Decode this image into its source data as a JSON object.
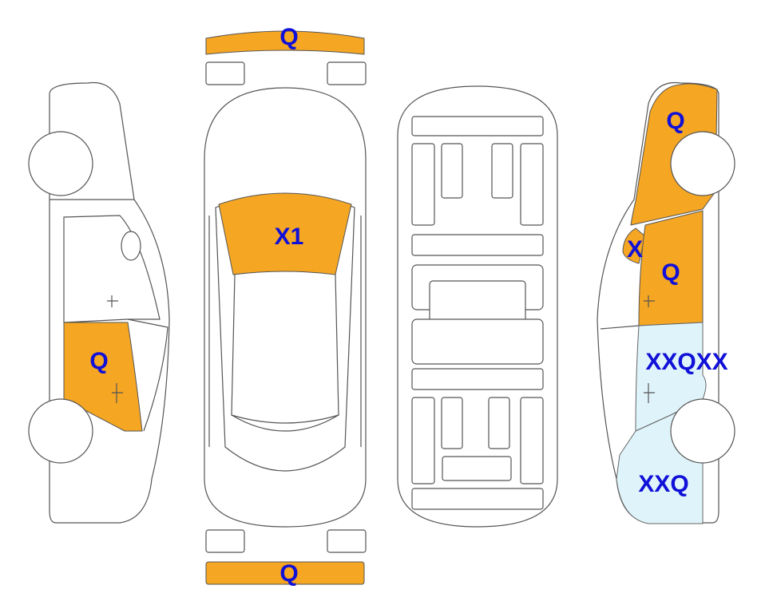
{
  "colors": {
    "damage_orange": "#f5a623",
    "damage_blue": "#dff4fa",
    "label": "#1010d8",
    "outline": "#555555"
  },
  "labels": {
    "front_bumper": "Q",
    "windshield": "X1",
    "rear_bumper": "Q",
    "left_rear_door": "Q",
    "right_rear_quarter": "Q",
    "right_small_panel": "X",
    "right_rear_door": "Q",
    "right_front_door": "XXQXX",
    "right_front_fender": "XXQ"
  }
}
